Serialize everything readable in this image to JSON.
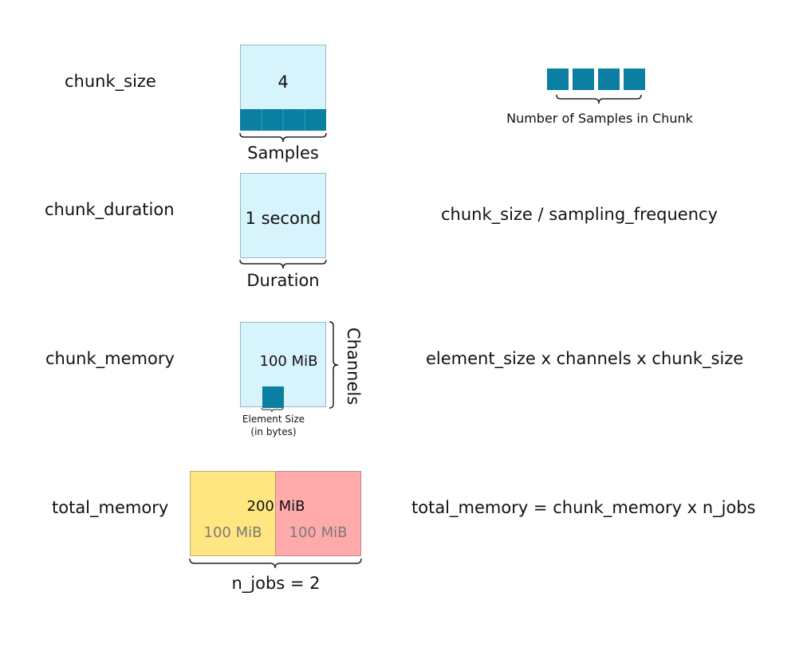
{
  "colors": {
    "box_fill": "#d7f3fb",
    "sample_fill": "#0a7fa2",
    "job1_fill": "#ffe680",
    "job2_fill": "#ffaaaa",
    "muted_text": "#7a7a7a"
  },
  "rows": {
    "chunk_size": {
      "label": "chunk_size",
      "box_value": "4",
      "box_caption": "Samples",
      "right_caption": "Number of Samples in Chunk"
    },
    "chunk_duration": {
      "label": "chunk_duration",
      "box_value": "1 second",
      "box_caption": "Duration",
      "formula": "chunk_size / sampling_frequency"
    },
    "chunk_memory": {
      "label": "chunk_memory",
      "box_value": "100 MiB",
      "side_caption": "Channels",
      "element_caption_line1": "Element Size",
      "element_caption_line2": "(in bytes)",
      "formula": "element_size x channels x chunk_size"
    },
    "total_memory": {
      "label": "total_memory",
      "total_value": "200 MiB",
      "job1_value": "100 MiB",
      "job2_value": "100 MiB",
      "box_caption": "n_jobs = 2",
      "formula": "total_memory = chunk_memory x n_jobs"
    }
  }
}
